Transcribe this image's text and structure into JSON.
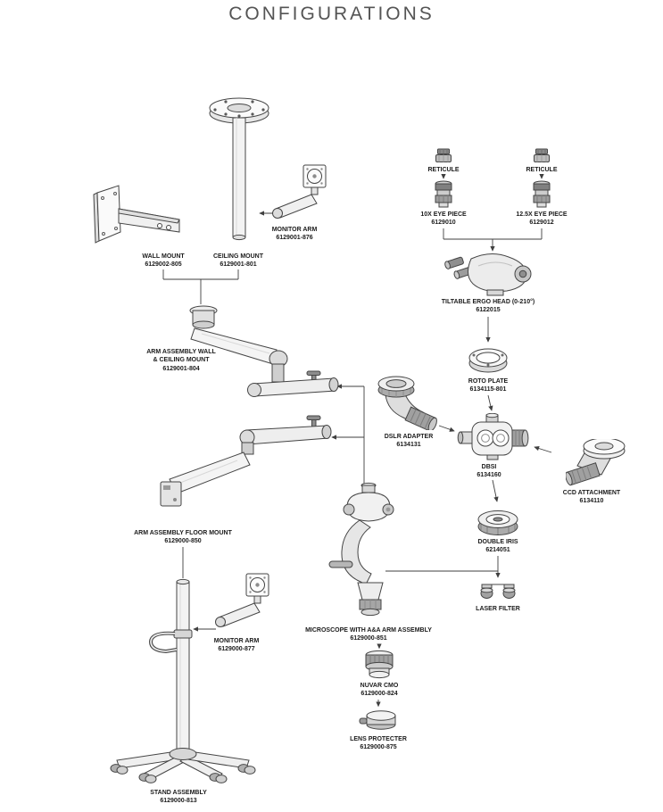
{
  "title": "CONFIGURATIONS",
  "colors": {
    "title": "#545454",
    "label": "#1b1b1b",
    "line": "#3f3f3f"
  },
  "parts": {
    "wall_mount": {
      "label": "WALL MOUNT",
      "pn": "6129002-805"
    },
    "ceiling_mount": {
      "label": "CEILING MOUNT",
      "pn": "6129001-801"
    },
    "monitor_arm_top": {
      "label": "MONITOR ARM",
      "pn": "6129001-876"
    },
    "reticule_left": {
      "label": "RETICULE"
    },
    "reticule_right": {
      "label": "RETICULE"
    },
    "eyepiece_10x": {
      "label": "10X EYE PIECE",
      "pn": "6129010"
    },
    "eyepiece_12_5x": {
      "label": "12.5X EYE PIECE",
      "pn": "6129012"
    },
    "ergo_head": {
      "label": "TILTABLE ERGO HEAD (0-210°)",
      "pn": "6122015"
    },
    "arm_wall_ceiling": {
      "label": "ARM ASSEMBLY WALL & CEILING MOUNT",
      "pn": "6129001-804"
    },
    "roto_plate": {
      "label": "ROTO PLATE",
      "pn": "6134115-801"
    },
    "dslr_adapter": {
      "label": "DSLR ADAPTER",
      "pn": "6134131"
    },
    "dbsi": {
      "label": "DBSI",
      "pn": "6134160"
    },
    "ccd_attachment": {
      "label": "CCD ATTACHMENT",
      "pn": "6134110"
    },
    "arm_floor": {
      "label": "ARM ASSEMBLY FLOOR MOUNT",
      "pn": "6129000-850"
    },
    "double_iris": {
      "label": "DOUBLE IRIS",
      "pn": "6214051"
    },
    "laser_filter": {
      "label": "LASER FILTER"
    },
    "microscope": {
      "label": "MICROSCOPE WITH A&A ARM ASSEMBLY",
      "pn": "6129000-851"
    },
    "monitor_arm_floor": {
      "label": "MONITOR ARM",
      "pn": "6129000-877"
    },
    "nuvar_cmo": {
      "label": "NUVAR CMO",
      "pn": "6129000-824"
    },
    "lens_protecter": {
      "label": "LENS PROTECTER",
      "pn": "6129000-875"
    },
    "stand_assembly": {
      "label": "STAND ASSEMBLY",
      "pn": "6129000-813"
    }
  }
}
